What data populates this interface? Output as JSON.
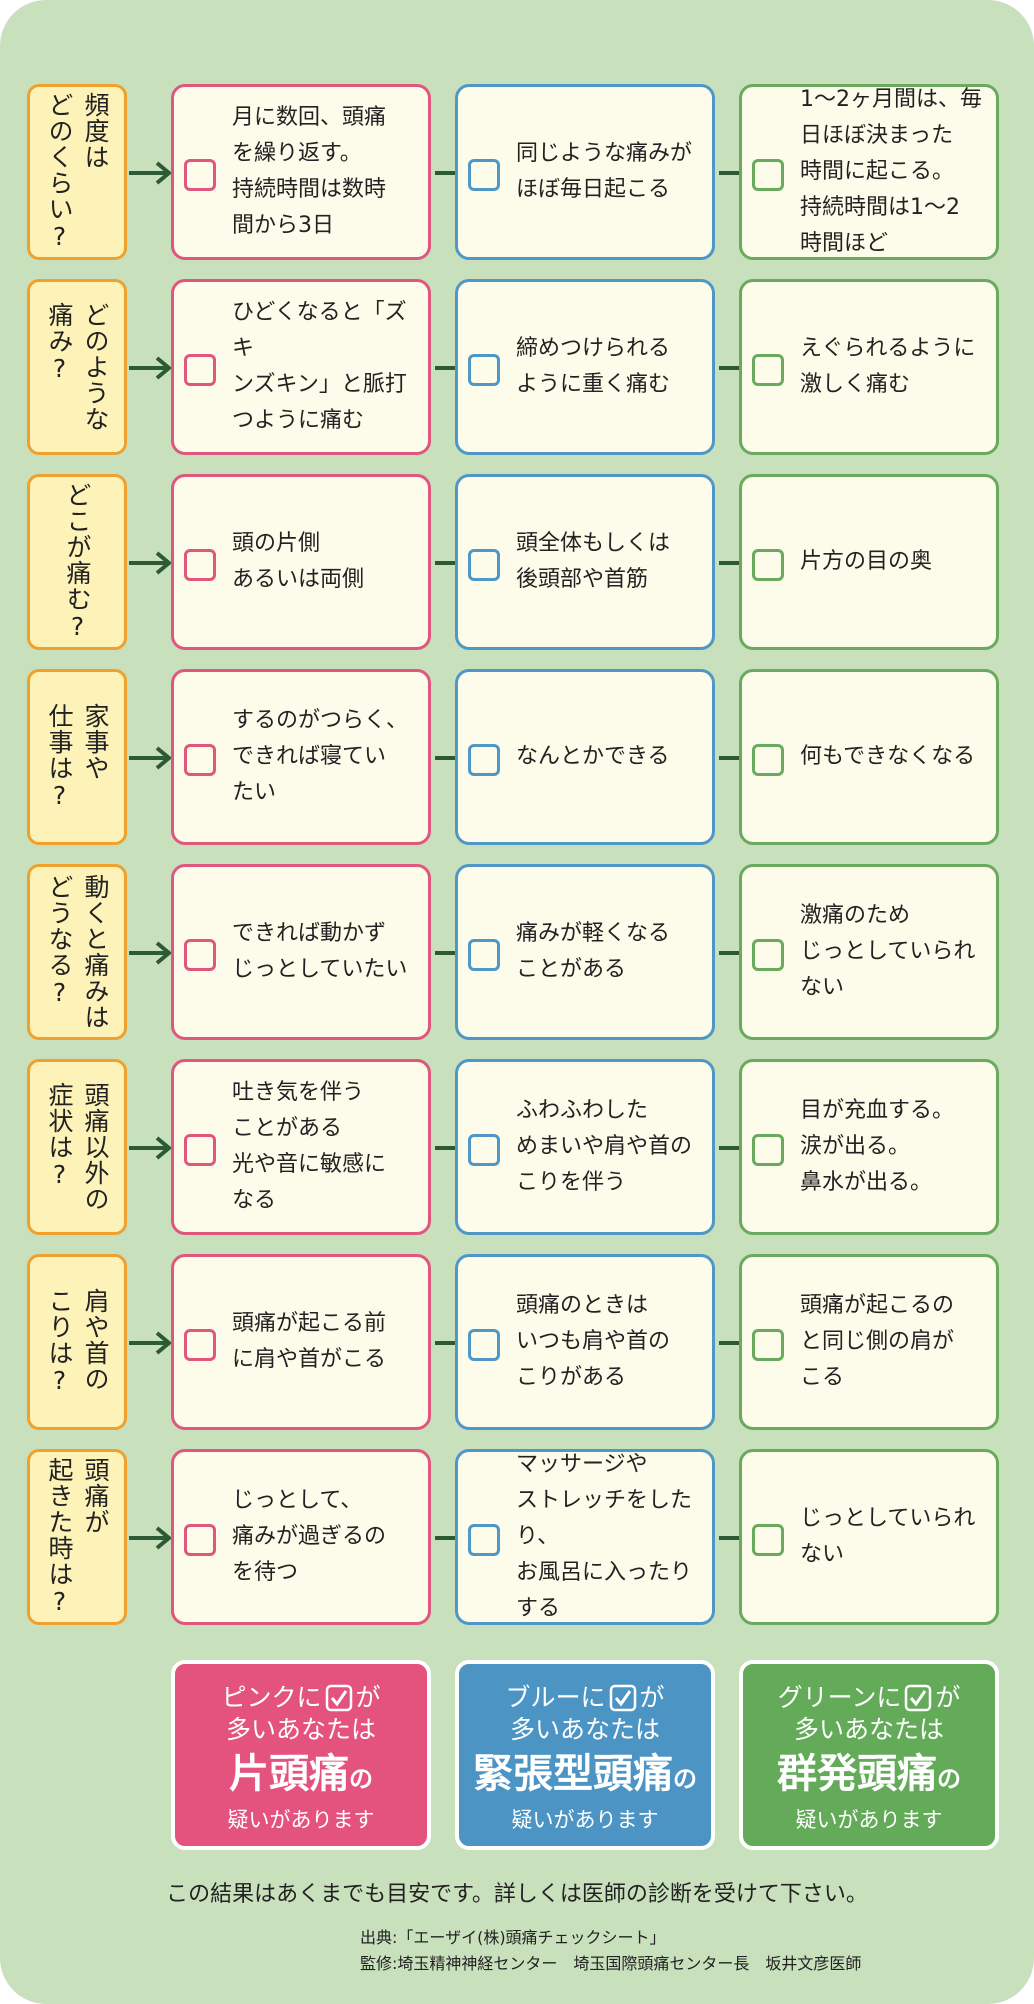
{
  "rows": [
    {
      "q": "頻度は\nどのくらい?",
      "pink": "月に数回、頭痛\nを繰り返す。\n持続時間は数時\n間から3日",
      "blue": "同じような痛みが\nほぼ毎日起こる",
      "green": "1〜2ヶ月間は、毎\n日ほぼ決まった\n時間に起こる。\n持続時間は1〜2\n時間ほど"
    },
    {
      "q": "どのような\n痛み?",
      "pink": "ひどくなると「ズキ\nンズキン」と脈打\nつように痛む",
      "blue": "締めつけられる\nように重く痛む",
      "green": "えぐられるように\n激しく痛む"
    },
    {
      "q": "どこが痛む?",
      "pink": "頭の片側\nあるいは両側",
      "blue": "頭全体もしくは\n後頭部や首筋",
      "green": "片方の目の奥"
    },
    {
      "q": "家事や\n仕事は?",
      "pink": "するのがつらく、\nできれば寝てい\nたい",
      "blue": "なんとかできる",
      "green": "何もできなくなる"
    },
    {
      "q": "動くと痛みは\nどうなる?",
      "pink": "できれば動かず\nじっとしていたい",
      "blue": "痛みが軽くなる\nことがある",
      "green": "激痛のため\nじっとしていられ\nない"
    },
    {
      "q": "頭痛以外の\n症状は?",
      "pink": "吐き気を伴う\nことがある\n光や音に敏感に\nなる",
      "blue": "ふわふわした\nめまいや肩や首の\nこりを伴う",
      "green": "目が充血する。\n涙が出る。\n鼻水が出る。"
    },
    {
      "q": "肩や首の\nこりは?",
      "pink": "頭痛が起こる前\nに肩や首がこる",
      "blue": "頭痛のときは\nいつも肩や首の\nこりがある",
      "green": "頭痛が起こるの\nと同じ側の肩が\nこる"
    },
    {
      "q": "頭痛が\n起きた時は?",
      "pink": "じっとして、\n痛みが過ぎるの\nを待つ",
      "blue": "マッサージや\nストレッチをしたり、\nお風呂に入ったり\nする",
      "green": "じっとしていられ\nない"
    }
  ],
  "results": {
    "pink": {
      "color": "ピンクに",
      "ga": "が",
      "line2": "多いあなたは",
      "name": "片頭痛",
      "no": "の",
      "line4": "疑いがあります"
    },
    "blue": {
      "color": "ブルーに",
      "ga": "が",
      "line2": "多いあなたは",
      "name": "緊張型頭痛",
      "no": "の",
      "line4": "疑いがあります"
    },
    "green": {
      "color": "グリーンに",
      "ga": "が",
      "line2": "多いあなたは",
      "name": "群発頭痛",
      "no": "の",
      "line4": "疑いがあります"
    }
  },
  "footer": {
    "note": "この結果はあくまでも目安です。詳しくは医師の診断を受けて下さい。",
    "source": "出典:「エーザイ(株)頭痛チェックシート」",
    "supervisor": "監修:埼玉精神神経センター　埼玉国際頭痛センター長　坂井文彦医師"
  },
  "colors": {
    "pink": "#e0577e",
    "blue": "#4f97c7",
    "green": "#69aa5f",
    "question": "#f0a02c",
    "background": "#c9e0bd"
  }
}
